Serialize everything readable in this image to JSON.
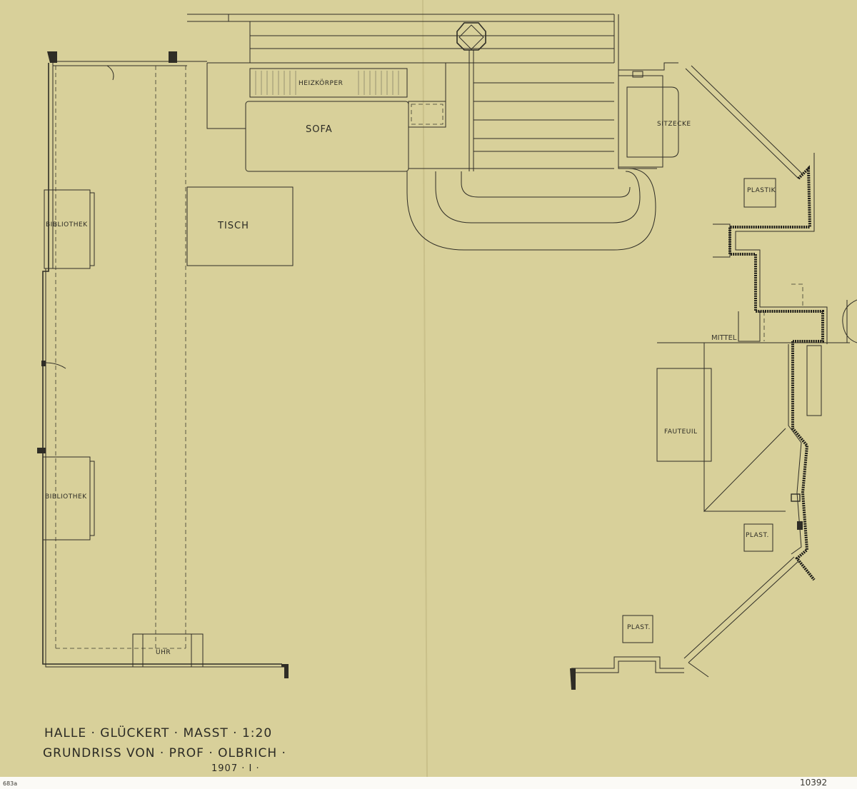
{
  "colors": {
    "paper": "#d8d09a",
    "ink": "#2f2d26",
    "margin": "#fbfaf6"
  },
  "labels": {
    "heizkoerper": "HEIZKÖRPER",
    "sofa": "SOFA",
    "sitzecke": "SITZECKE",
    "plastik": "PLASTIK",
    "bibliothek_top": "BIBLIOTHEK",
    "tisch": "TISCH",
    "mittel": "MITTEL",
    "fauteuil": "FAUTEUIL",
    "bibliothek_bottom": "BIBLIOTHEK",
    "plast_1": "PLAST.",
    "plast_2": "PLAST.",
    "uhr": "UHR"
  },
  "title_block": {
    "line1": "HALLE · GLÜCKERT · MASST · 1:20",
    "line2": "GRUNDRISS VON · PROF · OLBRICH ·",
    "line3": "1907 · I ·"
  },
  "margin_notes": {
    "left": "683a",
    "right": "10392"
  }
}
